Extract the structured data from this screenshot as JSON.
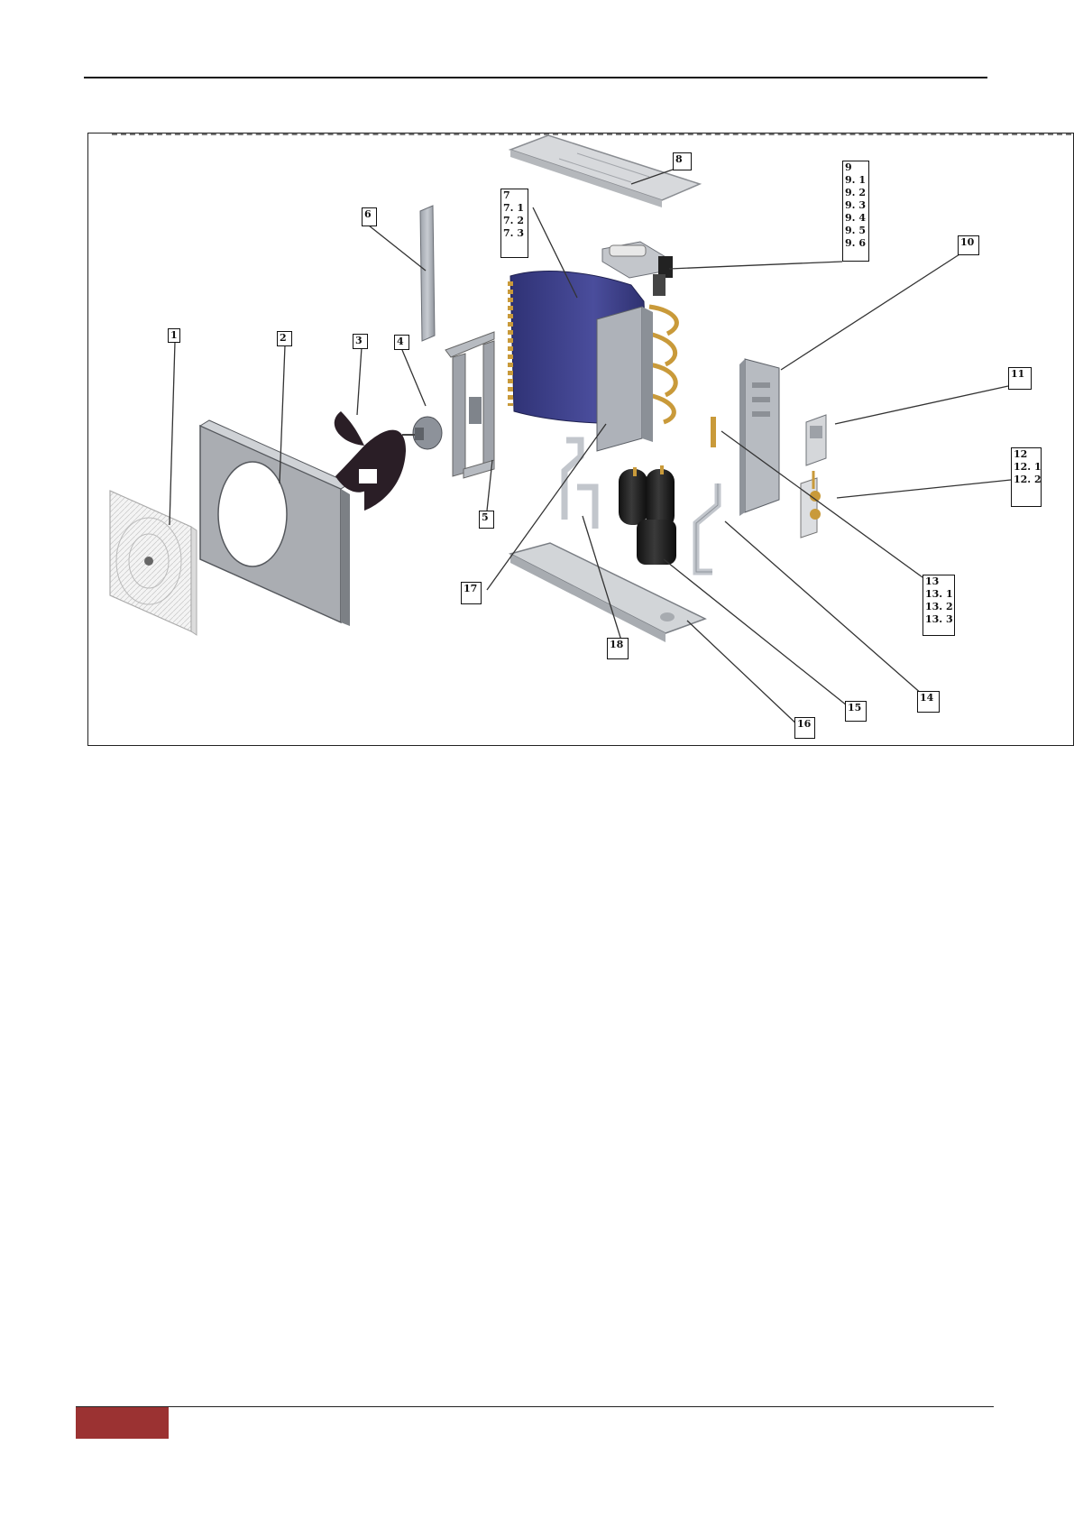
{
  "callouts": [
    {
      "id": "1",
      "lines": [
        "1"
      ]
    },
    {
      "id": "2",
      "lines": [
        "2"
      ]
    },
    {
      "id": "3",
      "lines": [
        "3"
      ]
    },
    {
      "id": "4",
      "lines": [
        "4"
      ]
    },
    {
      "id": "5",
      "lines": [
        "5"
      ]
    },
    {
      "id": "6",
      "lines": [
        "6"
      ]
    },
    {
      "id": "7",
      "lines": [
        "7",
        "7. 1",
        "7. 2",
        "7. 3"
      ]
    },
    {
      "id": "8",
      "lines": [
        "8"
      ]
    },
    {
      "id": "9",
      "lines": [
        "9",
        "9. 1",
        "9. 2",
        "9. 3",
        "9. 4",
        "9. 5",
        "9. 6"
      ]
    },
    {
      "id": "10",
      "lines": [
        "10"
      ]
    },
    {
      "id": "11",
      "lines": [
        "11"
      ]
    },
    {
      "id": "12",
      "lines": [
        "12",
        "12. 1",
        "12. 2"
      ]
    },
    {
      "id": "13",
      "lines": [
        "13",
        "13. 1",
        "13. 2",
        "13. 3"
      ]
    },
    {
      "id": "14",
      "lines": [
        "14"
      ]
    },
    {
      "id": "15",
      "lines": [
        "15"
      ]
    },
    {
      "id": "16",
      "lines": [
        "16"
      ]
    },
    {
      "id": "17",
      "lines": [
        "17"
      ]
    },
    {
      "id": "18",
      "lines": [
        "18"
      ]
    }
  ],
  "colors": {
    "accent_bar": "#9b3232",
    "coil": "#3d3f8a",
    "copper": "#c99a3a",
    "compressor": "#222222",
    "fan": "#2a1e26"
  }
}
